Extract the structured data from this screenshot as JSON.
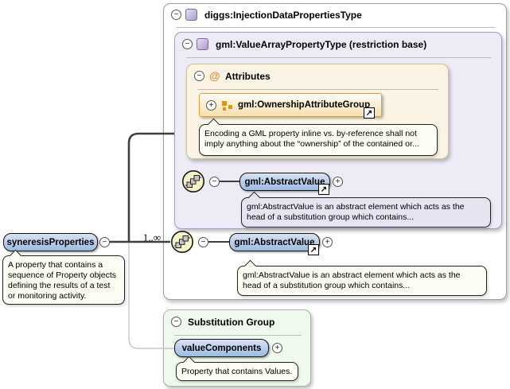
{
  "colors": {
    "element_fill_top": "#D8E3F3",
    "element_fill_bottom": "#9BBBE1",
    "type_box_bg": "#EDEBF5",
    "attributes_bg": "#FBF4E4",
    "attr_group_border": "#DFA03C",
    "substitution_bg": "#F0F9EE",
    "orange_accent": "#E8930C"
  },
  "glyphs": {
    "collapse": "−",
    "expand": "+",
    "jump": "↗",
    "at": "@"
  },
  "outer_box": {
    "title": "diggs:InjectionDataPropertiesType"
  },
  "restriction_box": {
    "title": "gml:ValueArrayPropertyType (restriction base)"
  },
  "attributes": {
    "header": "Attributes",
    "group_label": "gml:OwnershipAttributeGroup",
    "doc": [
      "Encoding a GML property inline vs. by-reference shall not",
      "imply anything about the “ownership” of the contained or..."
    ]
  },
  "inner_value": {
    "label": "gml:AbstractValue",
    "doc": [
      "gml:AbstractValue is an abstract element which acts as the",
      "head of a substitution group which contains..."
    ]
  },
  "outer_value": {
    "cardinality": "1..∞",
    "label": "gml:AbstractValue",
    "doc": [
      "gml:AbstractValue is an abstract element which acts as the",
      "head of a substitution group which contains..."
    ]
  },
  "root": {
    "label": "syneresisProperties",
    "doc": [
      "A property that contains a",
      "sequence of Property objects",
      "defining the results of a test",
      "or monitoring activity."
    ]
  },
  "substitution": {
    "header": "Substitution Group",
    "member_label": "valueComponents",
    "doc": "Property that contains Values."
  }
}
